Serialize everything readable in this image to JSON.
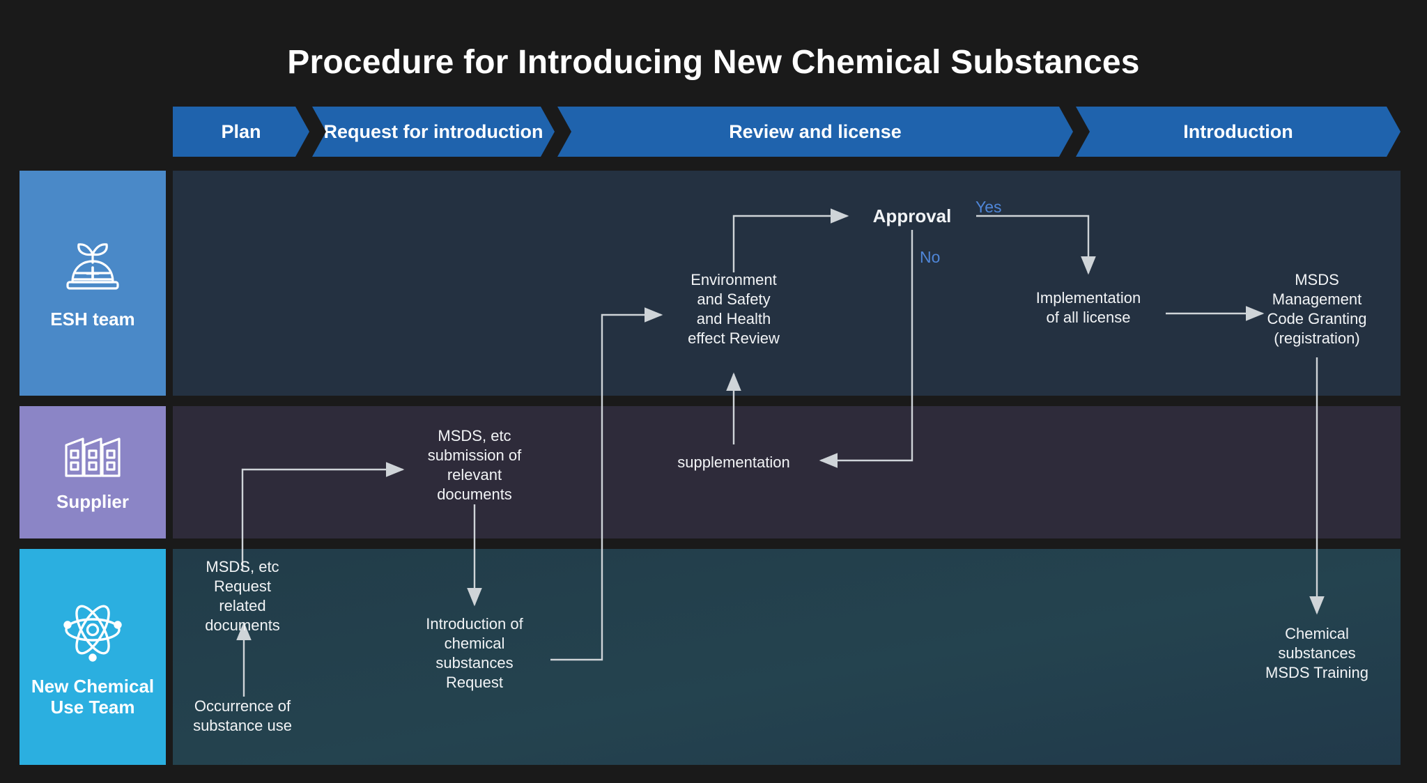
{
  "title": "Procedure for Introducing New Chemical Substances",
  "colors": {
    "page_background": "#1a1a1a",
    "phase_blue": "#1f63ad",
    "lane_esh": "#4a89c8",
    "lane_supplier": "#8b85c6",
    "lane_newchem": "#2bafe0",
    "lane_body_esh": "#243141",
    "lane_body_supplier": "#2e2b3a",
    "lane_body_newchem": "#223c49",
    "connector": "#cfd4d8",
    "decision_label": "#4f86d8",
    "text": "#f2f4f6"
  },
  "phases": [
    {
      "label": "Plan"
    },
    {
      "label": "Request for introduction"
    },
    {
      "label": "Review and license"
    },
    {
      "label": "Introduction"
    }
  ],
  "lanes": [
    {
      "id": "esh",
      "title": "ESH\nteam",
      "icon": "sprout-dome-icon"
    },
    {
      "id": "supplier",
      "title": "Supplier",
      "icon": "factory-icon"
    },
    {
      "id": "newchem",
      "title": "New\nChemical\nUse Team",
      "icon": "atom-icon"
    }
  ],
  "nodes": {
    "approval": "Approval",
    "esh_review": "Environment\nand Safety\nand Health\neffect Review",
    "implementation": "Implementation\nof all license",
    "msds_code": "MSDS\nManagement\nCode Granting\n(registration)",
    "msds_submission": "MSDS, etc\nsubmission of\nrelevant\ndocuments",
    "supplementation": "supplementation",
    "msds_request": "MSDS, etc\nRequest\nrelated\ndocuments",
    "occurrence": "Occurrence of\nsubstance use",
    "intro_request": "Introduction of\nchemical\nsubstances\nRequest",
    "msds_training": "Chemical\nsubstances\nMSDS Training"
  },
  "edge_labels": {
    "yes": "Yes",
    "no": "No"
  }
}
